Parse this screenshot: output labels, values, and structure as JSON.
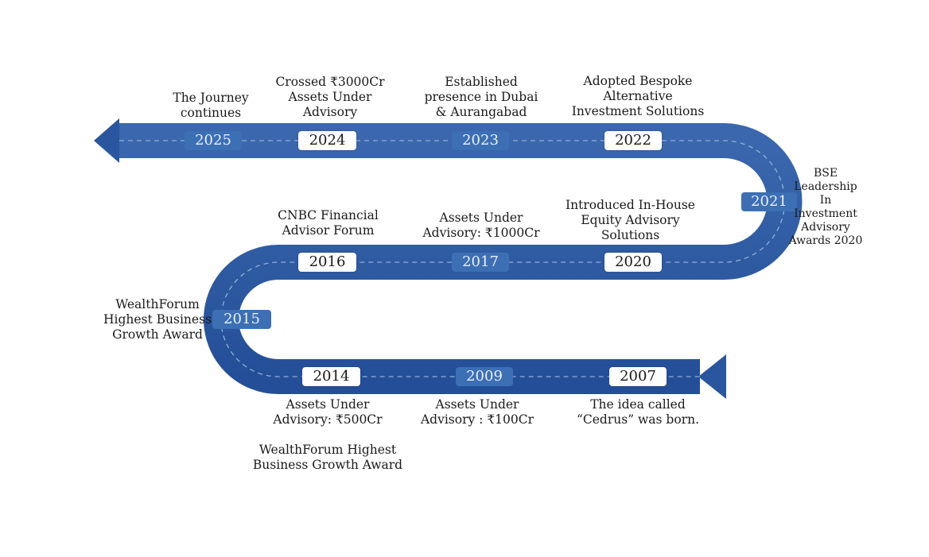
{
  "milestones": [
    {
      "year": "2025",
      "style": "blue",
      "lines": [
        "The Journey",
        "continues"
      ]
    },
    {
      "year": "2024",
      "style": "white",
      "lines": [
        "Crossed ₹3000Cr",
        "Assets Under",
        "Advisory"
      ]
    },
    {
      "year": "2023",
      "style": "blue",
      "lines": [
        "Established",
        "presence in Dubai",
        "& Aurangabad"
      ]
    },
    {
      "year": "2022",
      "style": "white",
      "lines": [
        "Adopted Bespoke",
        "Alternative",
        "Investment Solutions"
      ]
    },
    {
      "year": "2021",
      "style": "blue",
      "lines": [
        "BSE",
        "Leadership",
        "In",
        "Investment",
        "Advisory",
        "Awards 2020"
      ]
    },
    {
      "year": "2020",
      "style": "white",
      "lines": [
        "Introduced In-House",
        "Equity Advisory",
        "Solutions"
      ]
    },
    {
      "year": "2017",
      "style": "blue",
      "lines": [
        "Assets Under",
        "Advisory: ₹1000Cr"
      ]
    },
    {
      "year": "2016",
      "style": "white",
      "lines": [
        "CNBC Financial",
        "Advisor Forum"
      ]
    },
    {
      "year": "2015",
      "style": "blue",
      "lines": [
        "WealthForum",
        "Highest Business",
        "Growth Award"
      ]
    },
    {
      "year": "2014",
      "style": "white",
      "lines": [
        "Assets Under",
        "Advisory:  ₹500Cr",
        "",
        "WealthForum Highest",
        "Business Growth Award"
      ]
    },
    {
      "year": "2009",
      "style": "blue",
      "lines": [
        "Assets Under",
        "Advisory : ₹100Cr"
      ]
    },
    {
      "year": "2007",
      "style": "white",
      "lines": [
        "The  idea called",
        "“Cedrus” was born."
      ]
    }
  ],
  "colors": {
    "road": "#2a56a0",
    "road_light": "#3f6fb5",
    "dash": "#9db8dc"
  }
}
